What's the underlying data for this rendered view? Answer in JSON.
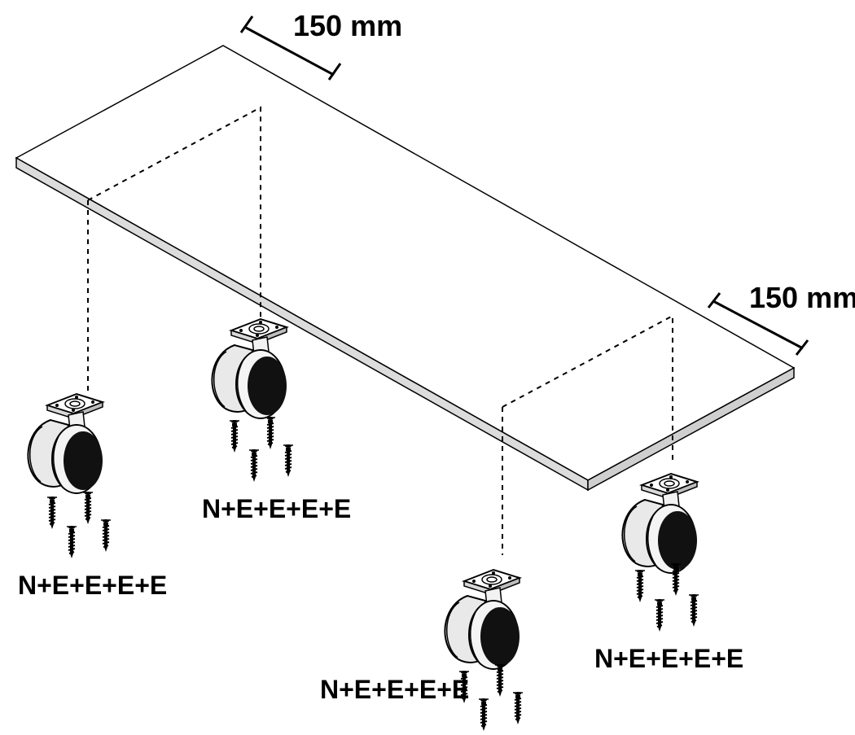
{
  "dimensions": {
    "top": "150 mm",
    "right": "150 mm"
  },
  "screw_sets": [
    {
      "label": "N+E+E+E+E"
    },
    {
      "label": "N+E+E+E+E"
    },
    {
      "label": "N+E+E+E+E"
    },
    {
      "label": "N+E+E+E+E"
    }
  ],
  "colors": {
    "line": "#000000",
    "board_edge": "#dcdcdc",
    "caster_body": "#e6e6e6",
    "wheel": "#111111"
  },
  "icons": [
    "caster-wheel-icon",
    "screw-icon"
  ]
}
